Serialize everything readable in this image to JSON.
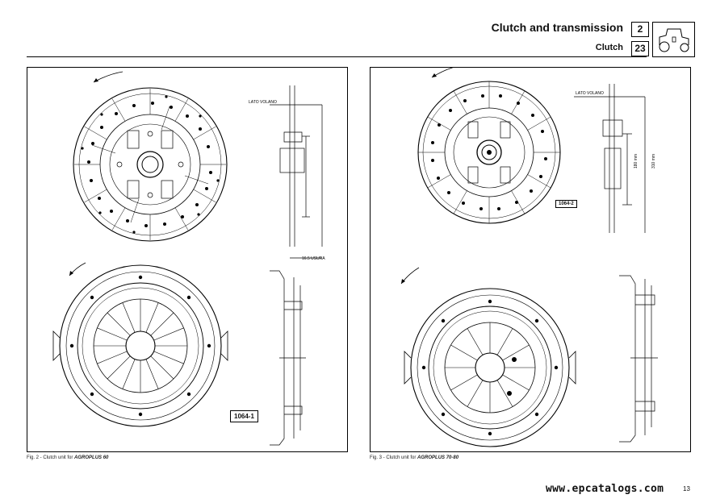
{
  "header": {
    "section_title": "Clutch and transmission",
    "section_number": "2",
    "subsection_title": "Clutch",
    "page_in_section": "23"
  },
  "figures": [
    {
      "caption_prefix": "Fig. 2 - Clutch unit for ",
      "caption_model": "AGROPLUS 60",
      "reference": "1064-1"
    },
    {
      "caption_prefix": "Fig. 3 - Clutch unit for ",
      "caption_model": "AGROPLUS 70-80",
      "reference": "1064-2"
    }
  ],
  "footer": {
    "website": "www.epcatalogs.com",
    "page_number": "13"
  }
}
